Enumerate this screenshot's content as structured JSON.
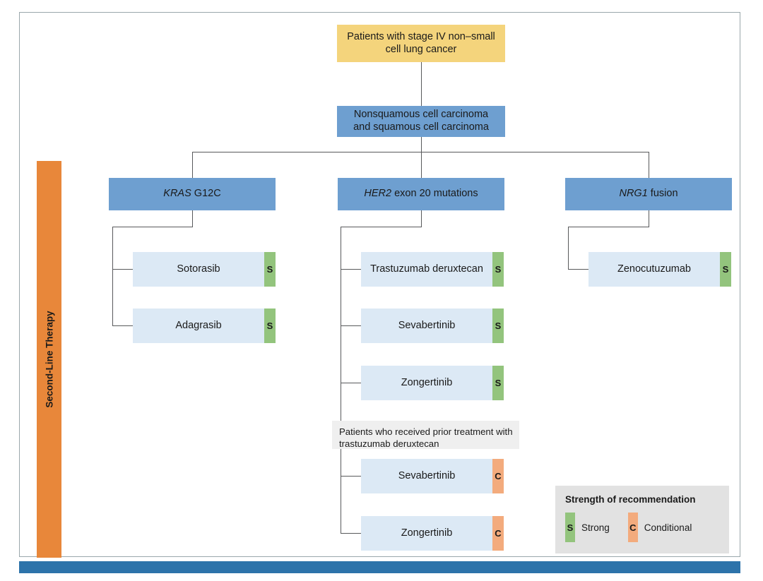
{
  "figure": {
    "phase_rail_label": "Second-Line Therapy",
    "accent_orange": "#e8873a",
    "accent_blue": "#6e9fd0",
    "accent_yellow": "#f4d47c",
    "accent_lightblue": "#dce9f5",
    "accent_green": "#93c47d",
    "accent_conditional": "#f3ab7d",
    "bottom_bar_color": "#2d73aa"
  },
  "root": {
    "line1": "Patients with stage IV non–small",
    "line2": "cell lung cancer"
  },
  "histology": {
    "line1": "Nonsquamous cell carcinoma",
    "line2": "and squamous cell carcinoma"
  },
  "categories": [
    {
      "gene": "KRAS",
      "rest": " G12C"
    },
    {
      "gene": "HER2",
      "rest": " exon 20 mutations"
    },
    {
      "gene": "NRG1",
      "rest": " fusion"
    }
  ],
  "kras_drugs": [
    {
      "name": "Sotorasib",
      "badge": "S",
      "strength": "strong"
    },
    {
      "name": "Adagrasib",
      "badge": "S",
      "strength": "strong"
    }
  ],
  "her2_drugs": [
    {
      "name": "Trastuzumab deruxtecan",
      "badge": "S",
      "strength": "strong"
    },
    {
      "name": "Sevabertinib",
      "badge": "S",
      "strength": "strong"
    },
    {
      "name": "Zongertinib",
      "badge": "S",
      "strength": "strong"
    }
  ],
  "her2_note": {
    "line1": "Patients who received prior treatment with",
    "line2": "trastuzumab deruxtecan"
  },
  "her2_prior_drugs": [
    {
      "name": "Sevabertinib",
      "badge": "C",
      "strength": "conditional"
    },
    {
      "name": "Zongertinib",
      "badge": "C",
      "strength": "conditional"
    }
  ],
  "nrg1_drugs": [
    {
      "name": "Zenocutuzumab",
      "badge": "S",
      "strength": "strong"
    }
  ],
  "legend": {
    "title": "Strength of recommendation",
    "items": [
      {
        "badge": "S",
        "label": "Strong"
      },
      {
        "badge": "C",
        "label": "Conditional"
      }
    ]
  }
}
